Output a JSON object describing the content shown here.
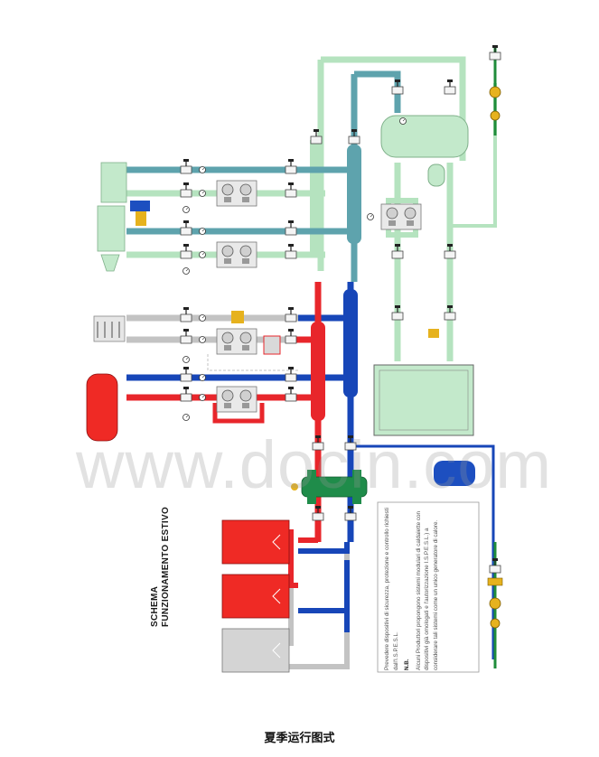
{
  "diagram": {
    "title": "SCHEMA",
    "subtitle": "FUNZIONAMENTO ESTIVO",
    "note_1": "Prevedere dispositivi di sicurezza, protezione e controllo richiesti dall'I.S.P.E.S.L.",
    "note_heading": "N.B.",
    "note_2": "Alcuni Produttori propongono sistemi modulari di caldaiette con dispositivi già omologati e l'autorizzazione I.S.P.E.S.L.) a considerare tali sistemi come un unico generatore di calore.",
    "watermark": "www.docin.com",
    "caption": "夏季运行图式"
  },
  "colors": {
    "hot_pipe": "#e8262b",
    "cold_pipe": "#1746b8",
    "teal_pipe": "#5ea3ad",
    "mint_pipe": "#b5e3bf",
    "grey_pipe": "#c3c3c3",
    "boiler_red": "#ef2a25",
    "boiler_grey": "#d4d4d4",
    "tank_green": "#c3e9cb",
    "expansion_blue": "#1d4fc0",
    "green_line": "#1f8c3a",
    "separator_green": "#1f8c4a",
    "valve_yellow": "#e6b21e"
  }
}
